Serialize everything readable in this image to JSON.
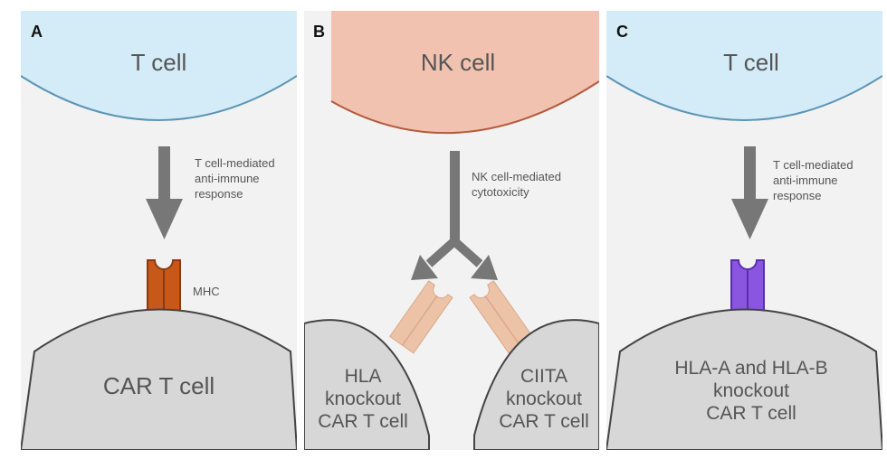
{
  "panels": {
    "a": {
      "label": "A",
      "top_cell": "T cell",
      "arrow_text": "T cell-mediated\nanti-immune\nresponse",
      "receptor": "MHC",
      "bottom_cell": "CAR T cell"
    },
    "b": {
      "label": "B",
      "top_cell": "NK cell",
      "arrow_text": "NK cell-mediated\ncytotoxicity",
      "left_cell": "HLA\nknockout\nCAR T cell",
      "right_cell": "CIITA\nknockout\nCAR T cell"
    },
    "c": {
      "label": "C",
      "top_cell": "T cell",
      "arrow_text": "T cell-mediated\nanti-immune\nresponse",
      "bottom_cell": "HLA-A and HLA-B\nknockout\nCAR T cell"
    }
  },
  "colors": {
    "t_cell_fill": "#d4ecf8",
    "t_cell_edge": "#5b95b5",
    "nk_cell_fill": "#f2c2b0",
    "nk_cell_edge": "#b45a3c",
    "car_cell_fill": "#d7d7d7",
    "car_cell_edge": "#444444",
    "arrow": "#777777",
    "mhc": "#c8581a",
    "hla_ghost": "#edc3a8",
    "knockout_receptor": "#8a55e0"
  }
}
